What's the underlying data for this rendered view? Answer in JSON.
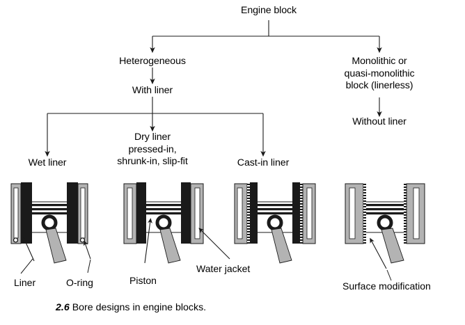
{
  "figure": {
    "caption_number": "2.6",
    "caption_text": "Bore designs in engine blocks."
  },
  "flowchart": {
    "root": "Engine block",
    "nodes": [
      {
        "id": "heterogeneous",
        "label": "Heterogeneous"
      },
      {
        "id": "with-liner",
        "label": "With liner"
      },
      {
        "id": "wet-liner",
        "label": "Wet liner"
      },
      {
        "id": "dry-liner",
        "label": "Dry liner\npressed-in,\nshrunk-in, slip-fit"
      },
      {
        "id": "dry-liner-line1",
        "label": "Dry liner"
      },
      {
        "id": "dry-liner-line2",
        "label": "pressed-in,"
      },
      {
        "id": "dry-liner-line3",
        "label": "shrunk-in, slip-fit"
      },
      {
        "id": "cast-in-liner",
        "label": "Cast-in liner"
      },
      {
        "id": "monolithic-line1",
        "label": "Monolithic or"
      },
      {
        "id": "monolithic-line2",
        "label": "quasi-monolithic"
      },
      {
        "id": "monolithic-line3",
        "label": "block (linerless)"
      },
      {
        "id": "without-liner",
        "label": "Without liner"
      }
    ]
  },
  "callouts": [
    {
      "id": "liner",
      "label": "Liner"
    },
    {
      "id": "o-ring",
      "label": "O-ring"
    },
    {
      "id": "piston",
      "label": "Piston"
    },
    {
      "id": "water-jacket",
      "label": "Water jacket"
    },
    {
      "id": "surface-modification",
      "label": "Surface modification"
    }
  ],
  "drawings": [
    {
      "id": "wet-liner-drawing",
      "name": "Wet liner bore design"
    },
    {
      "id": "dry-liner-drawing",
      "name": "Dry liner bore design"
    },
    {
      "id": "cast-in-liner-drawing",
      "name": "Cast-in liner bore design"
    },
    {
      "id": "linerless-drawing",
      "name": "Linerless bore design"
    }
  ],
  "colors": {
    "line": "#1a1a1a",
    "block_dark": "#1a1a1a",
    "block_gray": "#b3b3b3",
    "jacket_white": "#ffffff",
    "rod_gray": "#b3b3b3",
    "background": "#ffffff"
  }
}
